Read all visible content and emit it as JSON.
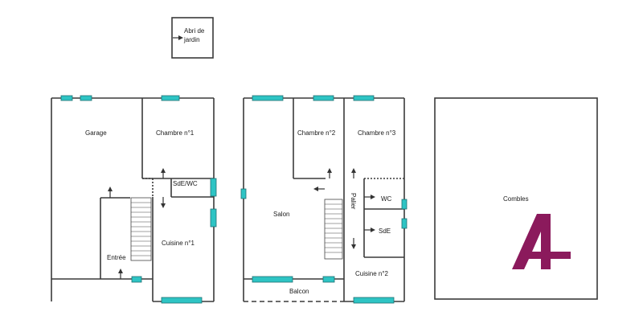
{
  "plan": {
    "annex": {
      "label_line1": "Abri de",
      "label_line2": "jardin"
    },
    "ground_floor": {
      "rooms": {
        "garage": "Garage",
        "bedroom1": "Chambre n°1",
        "bathroom_wc": "SdE/WC",
        "entrance": "Entrée",
        "kitchen1": "Cuisine n°1"
      }
    },
    "first_floor": {
      "rooms": {
        "living": "Salon",
        "bedroom2": "Chambre n°2",
        "bedroom3": "Chambre n°3",
        "landing": "Palier",
        "wc": "WC",
        "shower": "SdE",
        "kitchen2": "Cuisine n°2",
        "balcony": "Balcon"
      }
    },
    "attic": {
      "label": "Combles"
    },
    "colors": {
      "window": "#2ec4c4",
      "wall": "#3a3a3a",
      "logo": "#8b1a5c"
    },
    "logo": {
      "icon": "brand-logo-icon"
    }
  }
}
